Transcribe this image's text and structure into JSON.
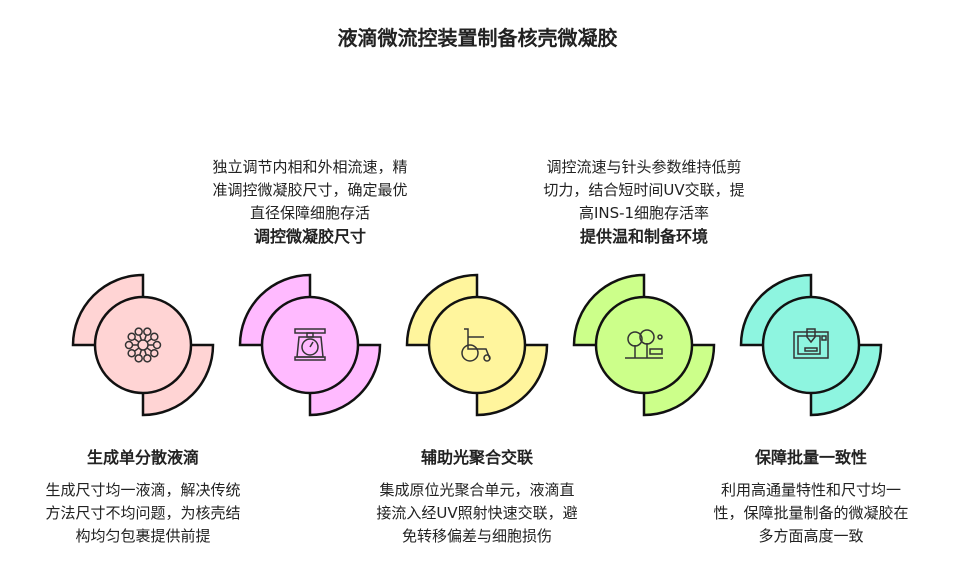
{
  "title": "液滴微流控装置制备核壳微凝胶",
  "steps": [
    {
      "heading": "生成单分散液滴",
      "lines": [
        "生成尺寸均一液滴，解决传统",
        "方法尺寸不均问题，为核壳结",
        "构均匀包裹提供前提"
      ],
      "color": "#ffd4d4",
      "icon": "network-icon",
      "position": "bottom"
    },
    {
      "heading": "调控微凝胶尺寸",
      "lines": [
        "独立调节内相和外相流速，精",
        "准调控微凝胶尺寸，确定最优",
        "直径保障细胞存活"
      ],
      "color": "#ffbaff",
      "icon": "scale-icon",
      "position": "top"
    },
    {
      "heading": "辅助光聚合交联",
      "lines": [
        "集成原位光聚合单元，液滴直",
        "接流入经UV照射快速交联，避",
        "免转移偏差与细胞损伤"
      ],
      "color": "#fff59d",
      "icon": "wheelchair-icon",
      "position": "bottom"
    },
    {
      "heading": "提供温和制备环境",
      "lines": [
        "调控流速与针头参数维持低剪",
        "切力，结合短时间UV交联，提",
        "高INS-1细胞存活率"
      ],
      "color": "#ccff8a",
      "icon": "park-icon",
      "position": "top"
    },
    {
      "heading": "保障批量一致性",
      "lines": [
        "利用高通量特性和尺寸均一",
        "性，保障批量制备的微凝胶在",
        "多方面高度一致"
      ],
      "color": "#8ef5e0",
      "icon": "3d-printer-icon",
      "position": "bottom"
    }
  ]
}
